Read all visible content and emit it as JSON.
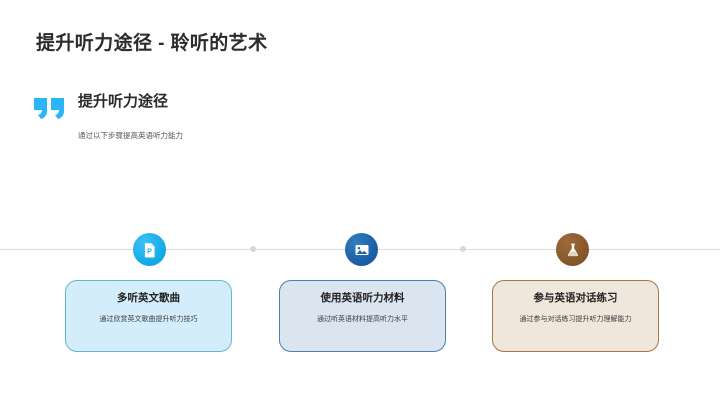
{
  "slide": {
    "title": "提升听力途径 - 聆听的艺术",
    "quote": {
      "icon": "quotation-mark-icon",
      "heading": "提升听力途径",
      "subtitle": "通过以下步骤提高英语听力能力"
    },
    "timeline": {
      "nodes": [
        {
          "icon": "document-file-icon",
          "color": "#18aeea"
        },
        {
          "icon": "image-picture-icon",
          "color": "#1d63a8"
        },
        {
          "icon": "flask-beaker-icon",
          "color": "#8a5a2b"
        }
      ],
      "connector_dots": 2
    },
    "cards": [
      {
        "title": "多听英文歌曲",
        "description": "通过欣赏英文歌曲提升听力技巧",
        "fill": "#d3edfa",
        "border": "#63b7c9"
      },
      {
        "title": "使用英语听力材料",
        "description": "通过听英语材料提高听力水平",
        "fill": "#dbe5f0",
        "border": "#4a7fb5"
      },
      {
        "title": "参与英语对话练习",
        "description": "通过参与对话练习提升听力理解能力",
        "fill": "#efe6dc",
        "border": "#a8744a"
      }
    ]
  },
  "colors": {
    "background": "#ffffff",
    "title_text": "#2b2b2b",
    "quote_accent": "#29b6f6",
    "timeline_line": "#dcdcdc"
  }
}
